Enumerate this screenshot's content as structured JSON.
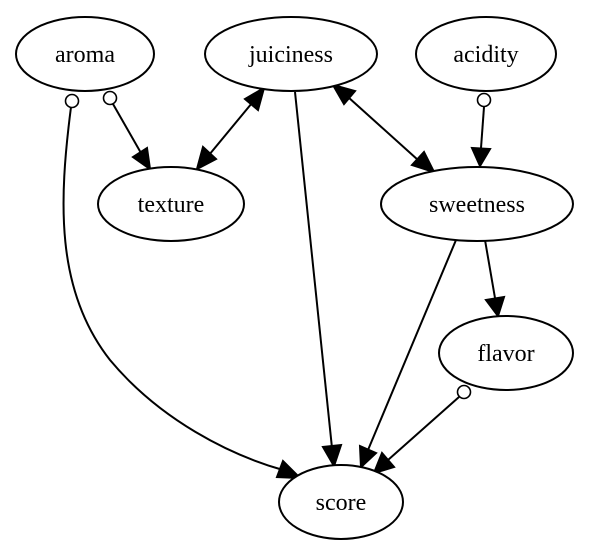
{
  "nodes": {
    "aroma": "aroma",
    "juiciness": "juiciness",
    "acidity": "acidity",
    "texture": "texture",
    "sweetness": "sweetness",
    "flavor": "flavor",
    "score": "score"
  },
  "edges": [
    {
      "from": "aroma",
      "to": "texture",
      "tail": "circle",
      "head": "arrow"
    },
    {
      "from": "aroma",
      "to": "score",
      "tail": "circle",
      "head": "arrow"
    },
    {
      "from": "juiciness",
      "to": "texture",
      "tail": "arrow",
      "head": "arrow"
    },
    {
      "from": "juiciness",
      "to": "sweetness",
      "tail": "arrow",
      "head": "arrow"
    },
    {
      "from": "juiciness",
      "to": "score",
      "tail": "none",
      "head": "arrow"
    },
    {
      "from": "acidity",
      "to": "sweetness",
      "tail": "circle",
      "head": "arrow"
    },
    {
      "from": "sweetness",
      "to": "flavor",
      "tail": "none",
      "head": "arrow"
    },
    {
      "from": "sweetness",
      "to": "score",
      "tail": "none",
      "head": "arrow"
    },
    {
      "from": "flavor",
      "to": "score",
      "tail": "circle",
      "head": "arrow"
    }
  ]
}
